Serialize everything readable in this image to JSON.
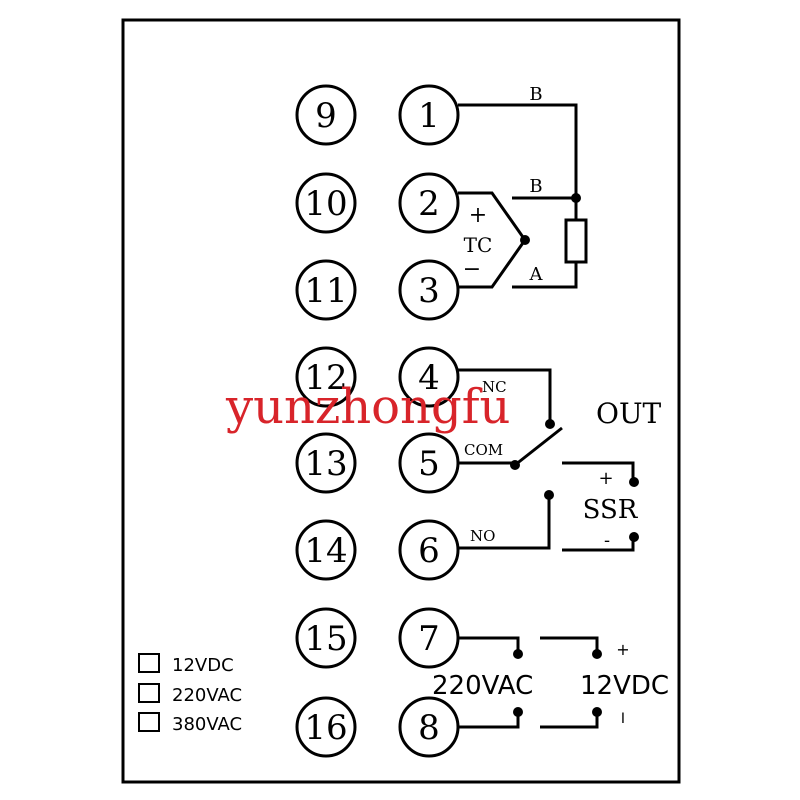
{
  "left_terminals": [
    "9",
    "10",
    "11",
    "12",
    "13",
    "14",
    "15",
    "16"
  ],
  "right_terminals": [
    "1",
    "2",
    "3",
    "4",
    "5",
    "6",
    "7",
    "8"
  ],
  "labels": {
    "b_top": "B",
    "b_mid": "B",
    "a": "A",
    "tc_plus": "+",
    "tc": "TC",
    "tc_minus": "−",
    "nc": "NC",
    "com": "COM",
    "no": "NO",
    "out": "OUT",
    "ssr_plus": "+",
    "ssr": "SSR",
    "ssr_minus": "-",
    "vac220": "220VAC",
    "vdc12": "12VDC",
    "dc_plus": "+",
    "dc_minus": "I"
  },
  "power_options": [
    "12VDC",
    "220VAC",
    "380VAC"
  ],
  "watermark": "yunzhongfu"
}
